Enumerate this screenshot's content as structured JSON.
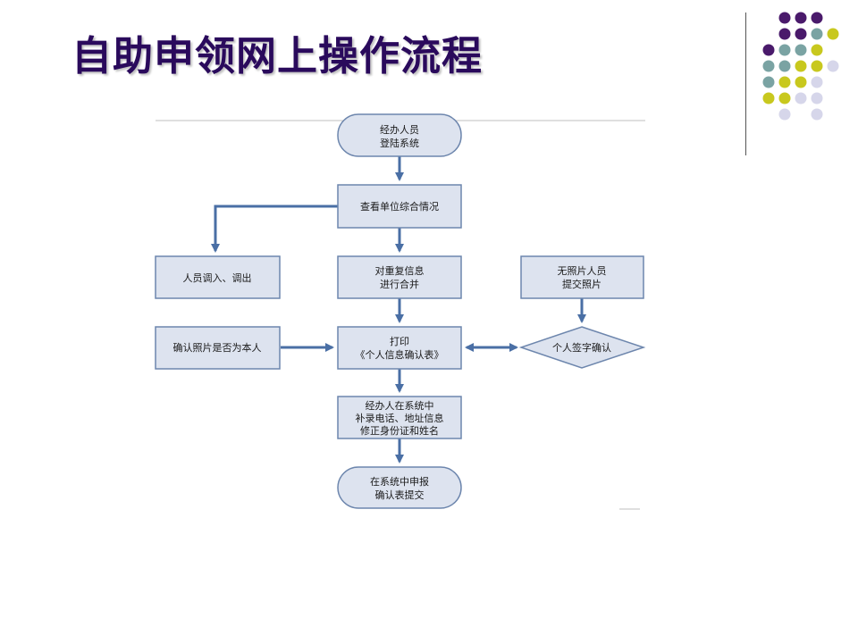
{
  "slide": {
    "title": "自助申领网上操作流程"
  },
  "palette": {
    "purple": "#4a1a6b",
    "teal": "#7aa3a3",
    "olive": "#c8c81e",
    "lavender": "#d6d6ea",
    "box_fill": "#dde3ef",
    "box_stroke": "#6d86ad",
    "arrow": "#4a6fa5"
  },
  "flowchart": {
    "start": [
      "经办人员",
      "登陆系统"
    ],
    "view_unit": [
      "查看单位综合情况"
    ],
    "transfer": [
      "人员调入、调出"
    ],
    "merge": [
      "对重复信息",
      "进行合并"
    ],
    "no_photo": [
      "无照片人员",
      "提交照片"
    ],
    "confirm_photo": [
      "确认照片是否为本人"
    ],
    "print": [
      "打印",
      "《个人信息确认表》"
    ],
    "sign": [
      "个人签字确认"
    ],
    "supplement": [
      "经办人在系统中",
      "补录电话、地址信息",
      "修正身份证和姓名"
    ],
    "end": [
      "在系统中申报",
      "确认表提交"
    ]
  }
}
